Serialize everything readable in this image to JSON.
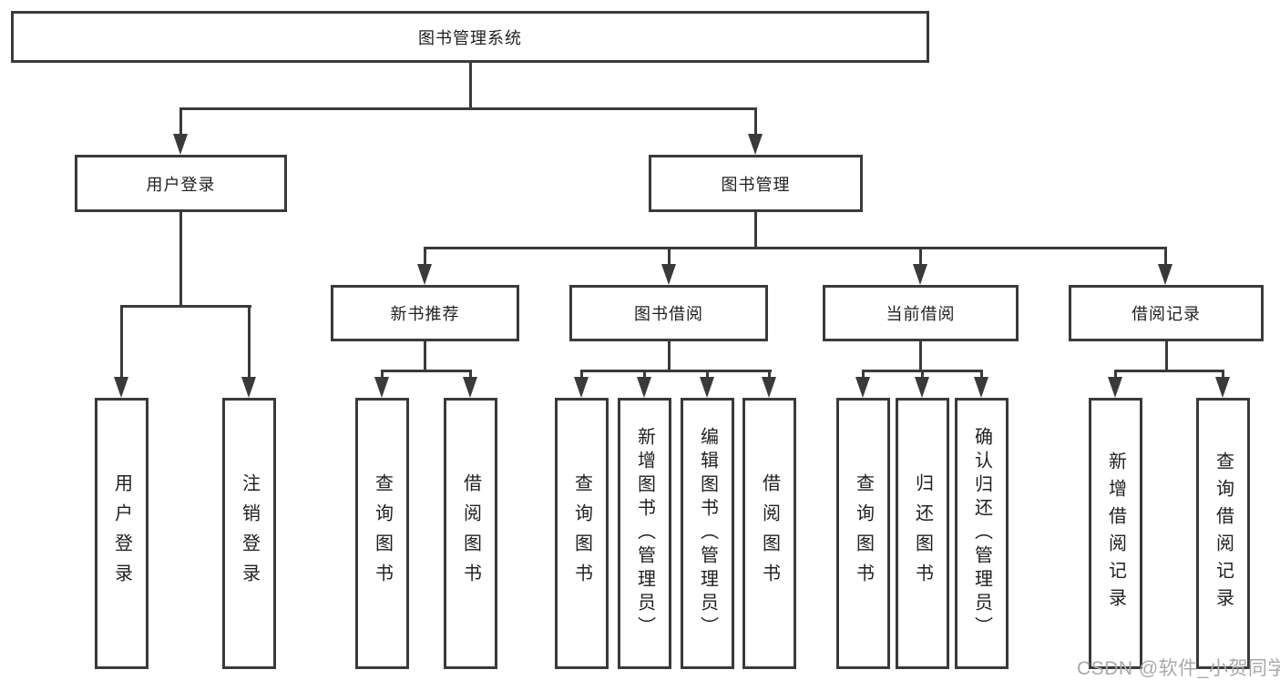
{
  "diagram": {
    "title": "图书管理系统",
    "level2": {
      "user_login": "用户登录",
      "book_mgmt": "图书管理"
    },
    "level3": {
      "new_books": "新书推荐",
      "book_borrow": "图书借阅",
      "current_borrow": "当前借阅",
      "borrow_records": "借阅记录"
    },
    "leaves": {
      "g1": [
        "用户登录",
        "注销登录"
      ],
      "g2": [
        "查询图书",
        "借阅图书"
      ],
      "g3": [
        "查询图书",
        "新增图书（管理员）",
        "编辑图书（管理员）",
        "借阅图书"
      ],
      "g4": [
        "查询图书",
        "归还图书",
        "确认归还（管理员）"
      ],
      "g5": [
        "新增借阅记录",
        "查询借阅记录"
      ]
    }
  },
  "watermark": "CSDN @软件_小贺同学",
  "colors": {
    "line": "#3a3a3a",
    "text": "#1f1f1f",
    "watermark": "#a9a9a9",
    "background": "#ffffff"
  }
}
